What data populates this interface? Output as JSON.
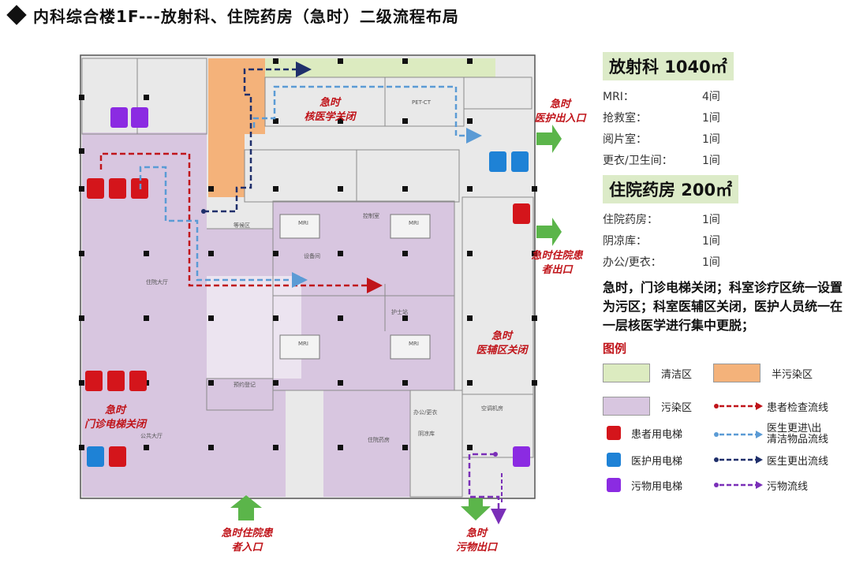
{
  "title": "内科综合楼1F---放射科、住院药房（急时）二级流程布局",
  "floor_labels": {
    "nuclear_closed": [
      "急时",
      "核医学关闭"
    ],
    "staff_entrance": [
      "急时",
      "医护出入口"
    ],
    "inpatient_exit": [
      "急时住院患",
      "者出口"
    ],
    "aux_closed": [
      "急时",
      "医辅区关闭"
    ],
    "outpatient_elevator_closed": [
      "急时",
      "门诊电梯关闭"
    ],
    "inpatient_entrance": [
      "急时住院患",
      "者入口"
    ],
    "waste_exit": [
      "急时",
      "污物出口"
    ]
  },
  "rooms": {
    "lobby": "住院大厅",
    "public_hall": "公共大厅",
    "pharmacy": "住院药房",
    "pet_ct": "PET-CT",
    "control": "控制室",
    "equipment": "设备间",
    "mri": "MRI",
    "waiting": "等候区",
    "registration": "预约登记",
    "nurse": "护士站",
    "office": "办公/更衣",
    "cool": "阴凉库",
    "ac": "空调机房"
  },
  "radiology": {
    "title": "放射科 1040㎡",
    "items": [
      {
        "label": "MRI：",
        "value": "4间"
      },
      {
        "label": "抢救室：",
        "value": "1间"
      },
      {
        "label": "阅片室：",
        "value": "1间"
      },
      {
        "label": "更衣/卫生间：",
        "value": "1间"
      }
    ]
  },
  "pharmacy_section": {
    "title": "住院药房 200㎡",
    "items": [
      {
        "label": "住院药房：",
        "value": "1间"
      },
      {
        "label": "阴凉库：",
        "value": "1间"
      },
      {
        "label": "办公/更衣：",
        "value": "1间"
      }
    ]
  },
  "note": "急时，门诊电梯关闭；科室诊疗区统一设置为污区；科室医辅区关闭，医护人员统一在一层核医学进行集中更脱；",
  "legend": {
    "title": "图例",
    "clean_zone": "清洁区",
    "semi_zone": "半污染区",
    "dirty_zone": "污染区",
    "patient_elevator": "患者用电梯",
    "staff_elevator": "医护用电梯",
    "waste_elevator": "污物用电梯",
    "patient_flow": "患者检查流线",
    "staff_in_line1": "医生更进\\出",
    "staff_in_line2": "清洁物品流线",
    "staff_out": "医生更出流线",
    "waste_flow": "污物流线"
  },
  "colors": {
    "clean": "#dcebc0",
    "semi": "#f4b27a",
    "dirty": "#d8c6e0",
    "patient": "#c0141a",
    "staff_in": "#5b9bd5",
    "staff_out": "#1f2f6b",
    "waste": "#7a2fb8",
    "label_red": "#c0141a",
    "arrow_green": "#5bb54a"
  }
}
